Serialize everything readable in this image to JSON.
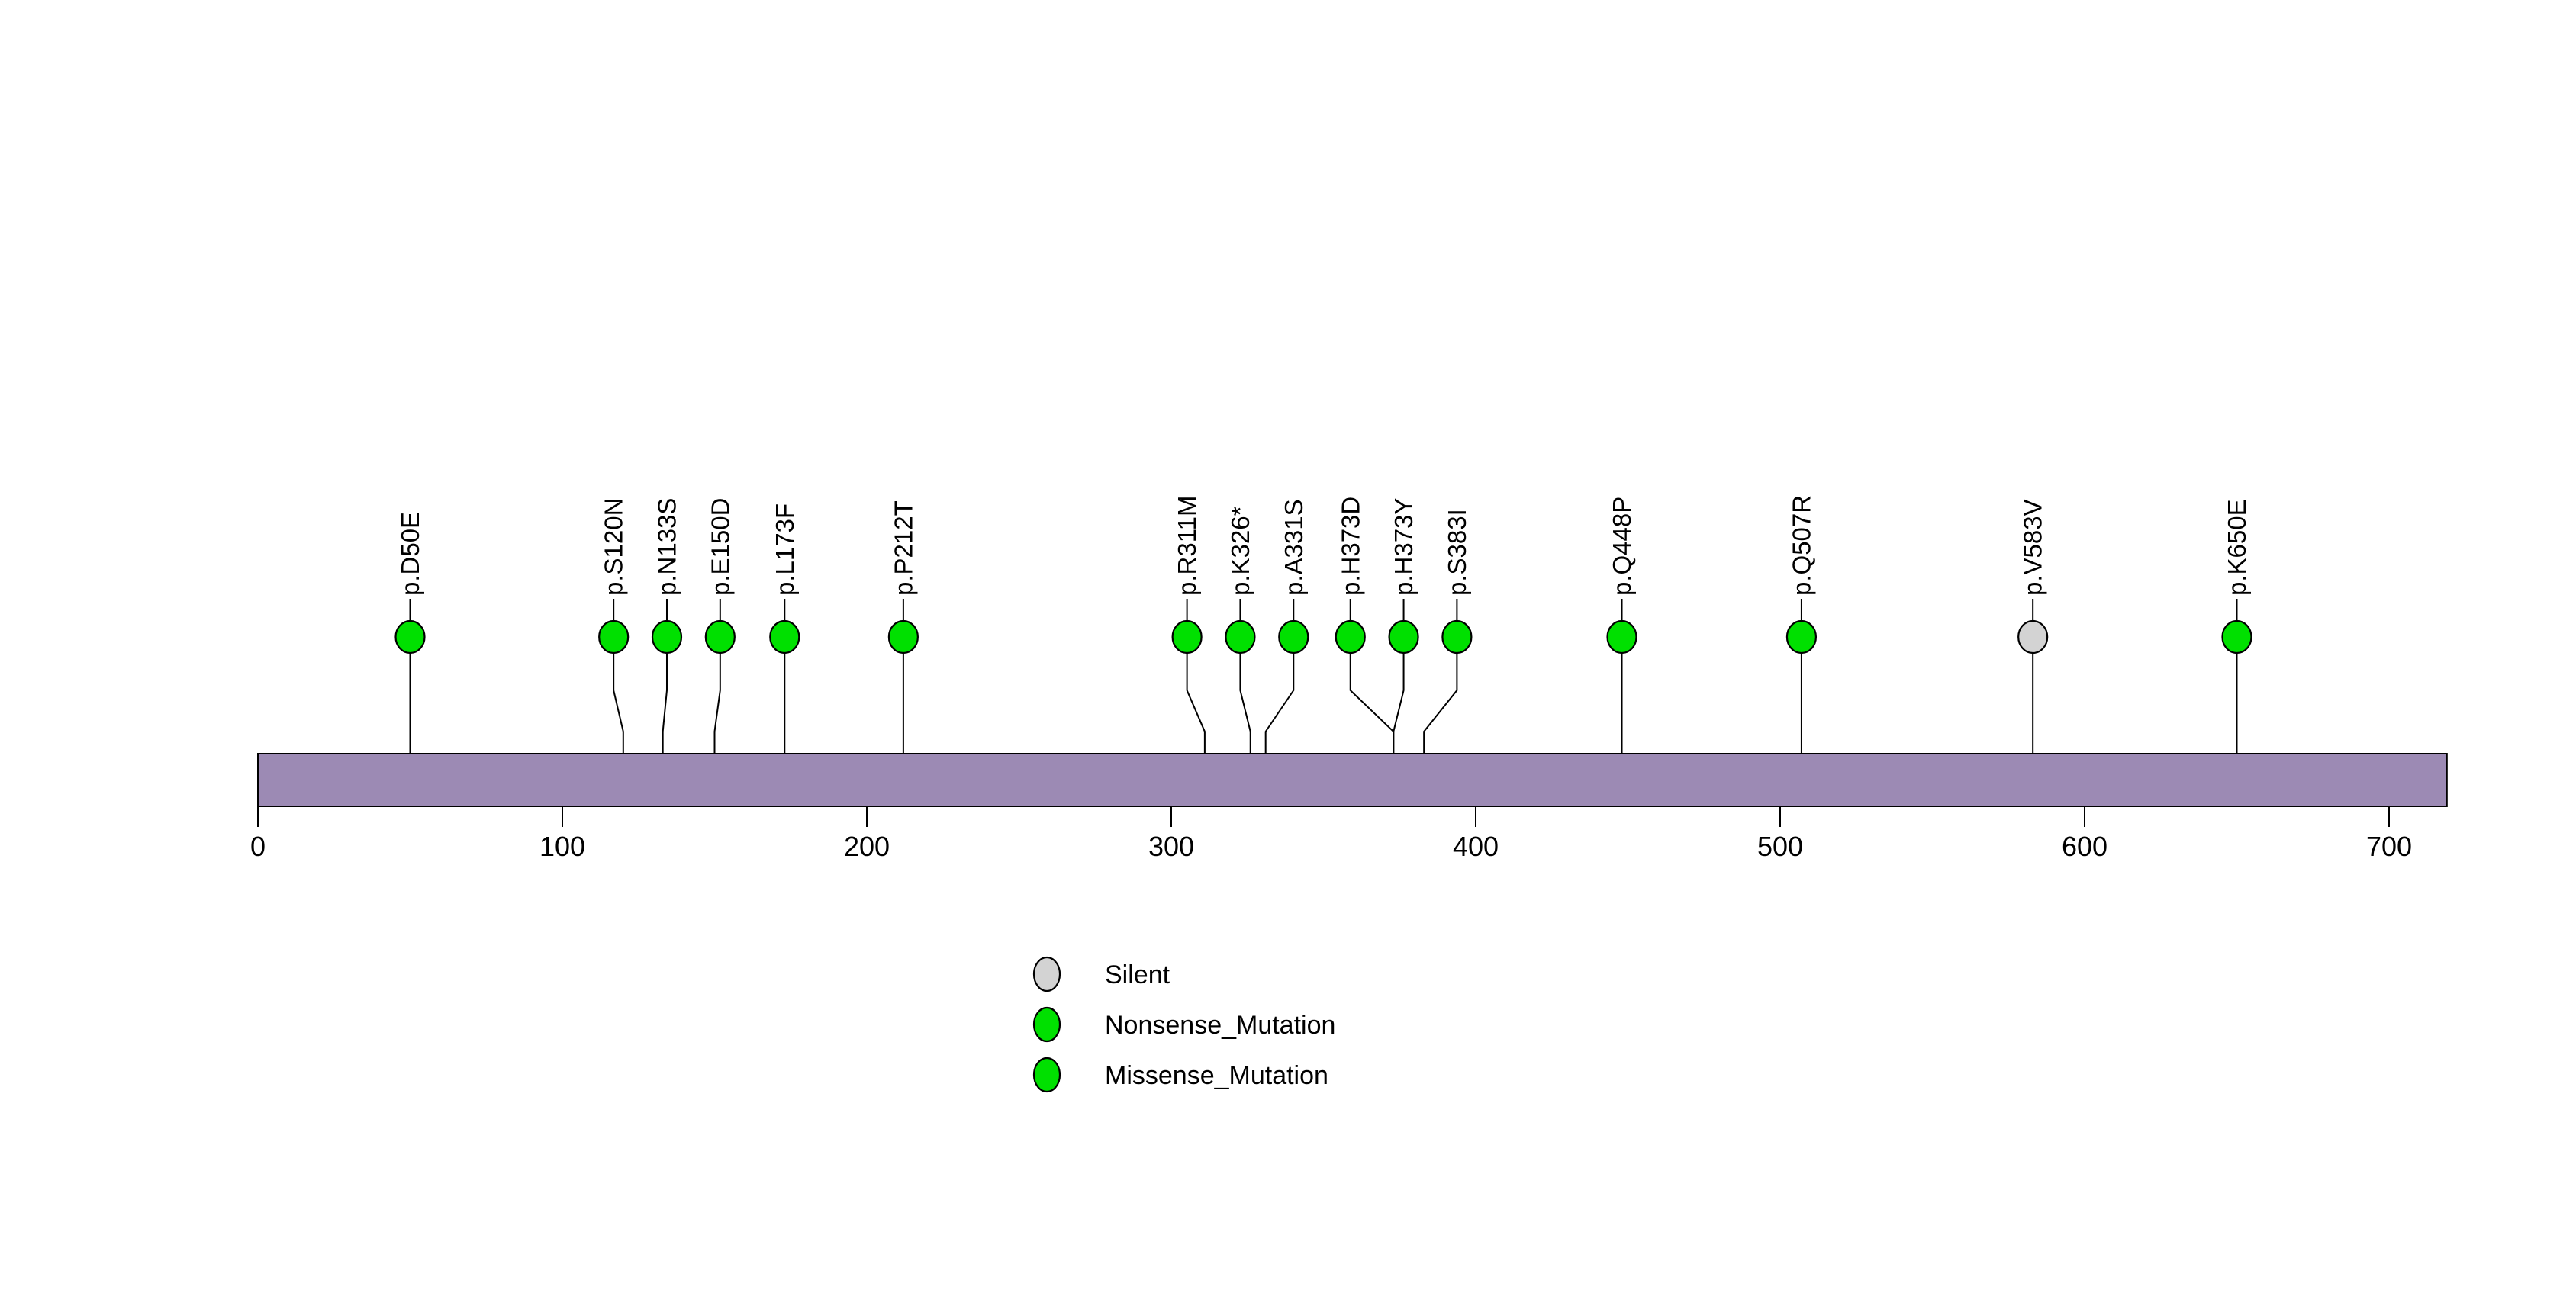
{
  "chart_data": {
    "type": "lollipop",
    "description": "Protein lollipop mutation plot",
    "background_color": "#ffffff",
    "protein": {
      "start_aa": 0,
      "length_aa": 719,
      "bar_color": "#9C8AB4",
      "bar_border_color": "#000000"
    },
    "axis": {
      "xlim": [
        0,
        719
      ],
      "ticks": [
        0,
        100,
        200,
        300,
        400,
        500,
        600,
        700
      ],
      "tick_color": "#000000"
    },
    "mutation_type_colors": {
      "Silent": "#D3D3D3",
      "Nonsense_Mutation": "#00E000",
      "Missense_Mutation": "#00E000"
    },
    "point_border_color": "#000000",
    "stem_color": "#000000",
    "mutations": [
      {
        "label": "p.D50E",
        "pos": 50,
        "type": "Missense_Mutation"
      },
      {
        "label": "p.S120N",
        "pos": 120,
        "type": "Missense_Mutation"
      },
      {
        "label": "p.N133S",
        "pos": 133,
        "type": "Missense_Mutation"
      },
      {
        "label": "p.E150D",
        "pos": 150,
        "type": "Missense_Mutation"
      },
      {
        "label": "p.L173F",
        "pos": 173,
        "type": "Missense_Mutation"
      },
      {
        "label": "p.P212T",
        "pos": 212,
        "type": "Missense_Mutation"
      },
      {
        "label": "p.R311M",
        "pos": 311,
        "type": "Missense_Mutation"
      },
      {
        "label": "p.K326*",
        "pos": 326,
        "type": "Nonsense_Mutation"
      },
      {
        "label": "p.A331S",
        "pos": 331,
        "type": "Missense_Mutation"
      },
      {
        "label": "p.H373D",
        "pos": 373,
        "type": "Missense_Mutation"
      },
      {
        "label": "p.H373Y",
        "pos": 373,
        "type": "Missense_Mutation"
      },
      {
        "label": "p.S383I",
        "pos": 383,
        "type": "Missense_Mutation"
      },
      {
        "label": "p.Q448P",
        "pos": 448,
        "type": "Missense_Mutation"
      },
      {
        "label": "p.Q507R",
        "pos": 507,
        "type": "Missense_Mutation"
      },
      {
        "label": "p.V583V",
        "pos": 583,
        "type": "Silent"
      },
      {
        "label": "p.K650E",
        "pos": 650,
        "type": "Missense_Mutation"
      }
    ],
    "legend": [
      {
        "label": "Silent",
        "color": "#D3D3D3"
      },
      {
        "label": "Nonsense_Mutation",
        "color": "#00E000"
      },
      {
        "label": "Missense_Mutation",
        "color": "#00E000"
      }
    ],
    "legend_position": "bottom-center"
  }
}
